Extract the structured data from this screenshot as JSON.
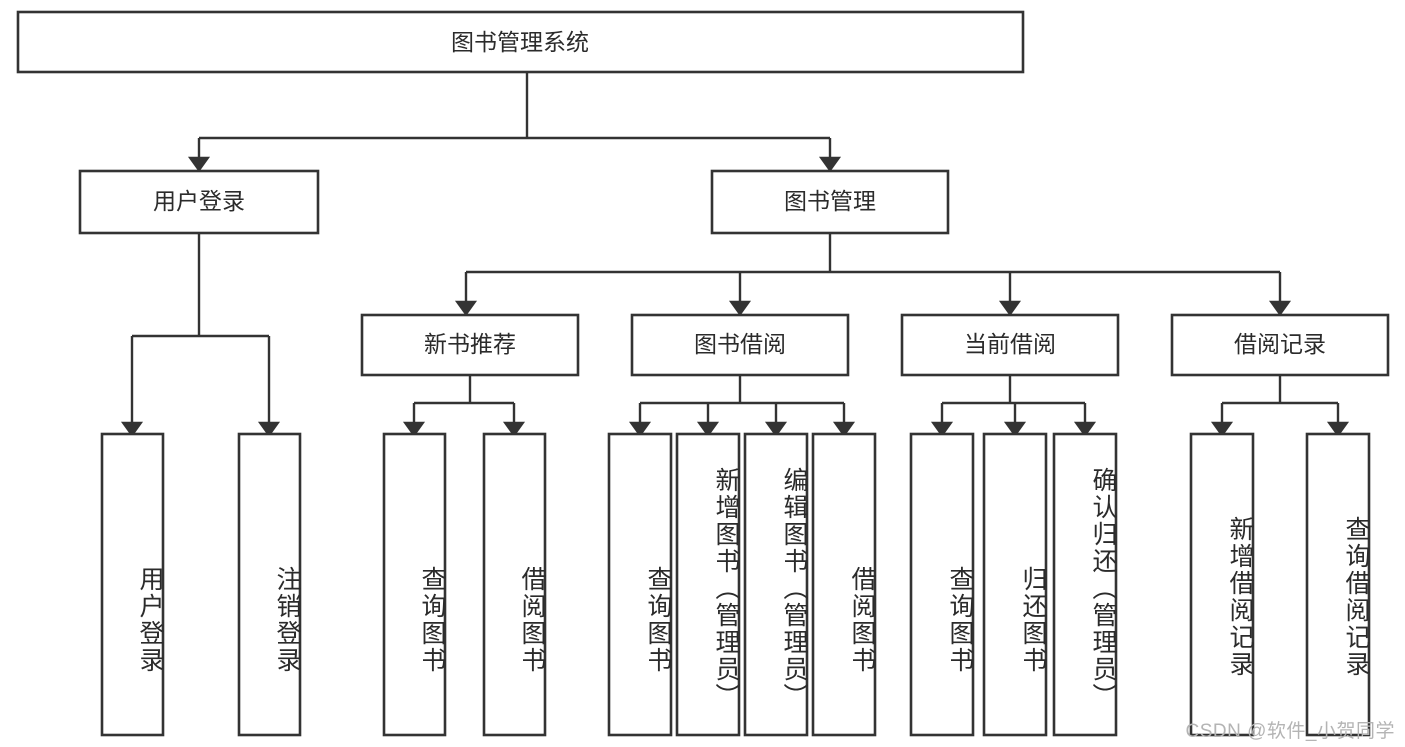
{
  "diagram": {
    "title": "图书管理系统",
    "watermark": "CSDN @软件_小贺同学",
    "colors": {
      "stroke": "#333333",
      "fill": "#ffffff",
      "text": "#2b2b2b",
      "watermark": "#b4b4b4",
      "background": "#ffffff"
    },
    "nodes": {
      "root": {
        "label": "图书管理系统",
        "orientation": "horizontal"
      },
      "level2": [
        {
          "id": "user-login",
          "label": "用户登录",
          "orientation": "horizontal"
        },
        {
          "id": "book-manage",
          "label": "图书管理",
          "orientation": "horizontal"
        }
      ],
      "level3": [
        {
          "id": "new-book-recommend",
          "label": "新书推荐",
          "orientation": "horizontal"
        },
        {
          "id": "book-borrow",
          "label": "图书借阅",
          "orientation": "horizontal"
        },
        {
          "id": "current-borrow",
          "label": "当前借阅",
          "orientation": "horizontal"
        },
        {
          "id": "borrow-record",
          "label": "借阅记录",
          "orientation": "horizontal"
        }
      ],
      "leaves": [
        {
          "id": "leaf-user-login",
          "label": "用户登录",
          "orientation": "vertical",
          "parent": "user-login"
        },
        {
          "id": "leaf-logout",
          "label": "注销登录",
          "orientation": "vertical",
          "parent": "user-login"
        },
        {
          "id": "leaf-query-book-1",
          "label": "查询图书",
          "orientation": "vertical",
          "parent": "new-book-recommend"
        },
        {
          "id": "leaf-borrow-book-1",
          "label": "借阅图书",
          "orientation": "vertical",
          "parent": "new-book-recommend"
        },
        {
          "id": "leaf-query-book-2",
          "label": "查询图书",
          "orientation": "vertical",
          "parent": "book-borrow"
        },
        {
          "id": "leaf-add-book",
          "label": "新增图书（管理员）",
          "orientation": "vertical",
          "parent": "book-borrow"
        },
        {
          "id": "leaf-edit-book",
          "label": "编辑图书（管理员）",
          "orientation": "vertical",
          "parent": "book-borrow"
        },
        {
          "id": "leaf-borrow-book-2",
          "label": "借阅图书",
          "orientation": "vertical",
          "parent": "book-borrow"
        },
        {
          "id": "leaf-query-book-3",
          "label": "查询图书",
          "orientation": "vertical",
          "parent": "current-borrow"
        },
        {
          "id": "leaf-return-book",
          "label": "归还图书",
          "orientation": "vertical",
          "parent": "current-borrow"
        },
        {
          "id": "leaf-confirm-return",
          "label": "确认归还（管理员）",
          "orientation": "vertical",
          "parent": "current-borrow"
        },
        {
          "id": "leaf-add-record",
          "label": "新增借阅记录",
          "orientation": "vertical",
          "parent": "borrow-record"
        },
        {
          "id": "leaf-query-record",
          "label": "查询借阅记录",
          "orientation": "vertical",
          "parent": "borrow-record"
        }
      ]
    }
  }
}
